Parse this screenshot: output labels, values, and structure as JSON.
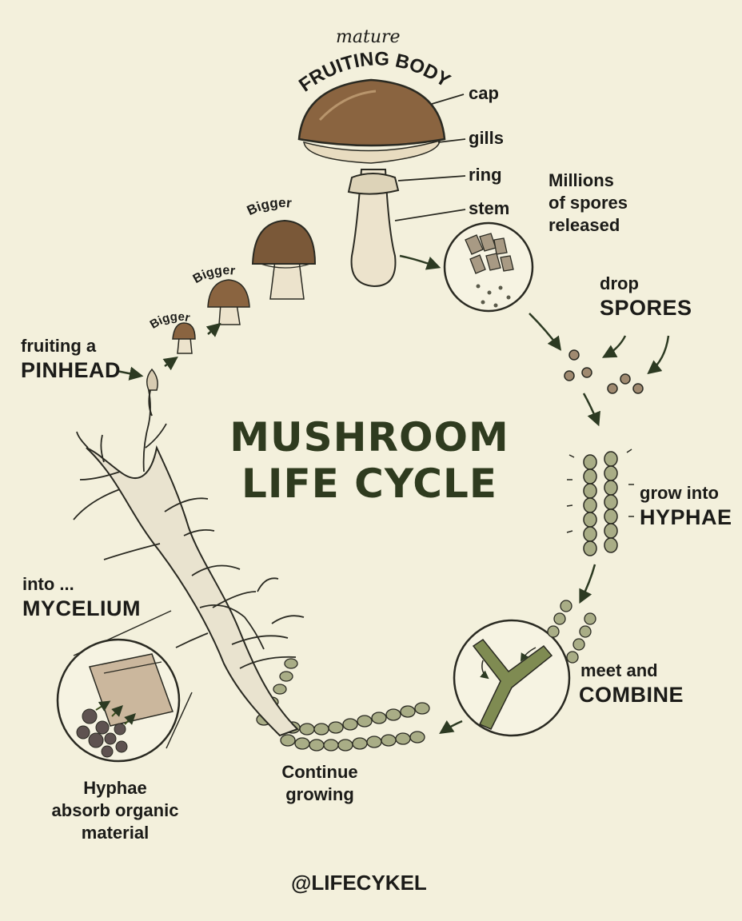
{
  "title": {
    "line1": "MUSHROOM",
    "line2": "LIFE CYCLE"
  },
  "fruiting_body": {
    "qualifier": "mature",
    "name": "FRUITING BODY",
    "parts": [
      "cap",
      "gills",
      "ring",
      "stem"
    ]
  },
  "spores": {
    "released": [
      "Millions",
      "of spores",
      "released"
    ],
    "drop_small": "drop",
    "drop_big": "SPORES"
  },
  "hyphae": {
    "small": "grow into",
    "big": "HYPHAE"
  },
  "combine": {
    "small": "meet and",
    "big": "COMBINE"
  },
  "growing": {
    "line1": "Continue",
    "line2": "growing"
  },
  "absorb": {
    "line1": "Hyphae",
    "line2": "absorb organic",
    "line3": "material"
  },
  "mycelium": {
    "small": "into ...",
    "big": "MYCELIUM"
  },
  "pinhead": {
    "small": "fruiting a",
    "big": "PINHEAD"
  },
  "stages": [
    "Bigger",
    "Bigger",
    "Bigger"
  ],
  "handle": "@LIFECYKEL",
  "colors": {
    "background": "#f3f0dc",
    "title": "#2f3b1f",
    "cap_brown": "#8a6440",
    "stem_cream": "#ece3cc",
    "hyphae_green": "#9aa27a",
    "outline": "#2a2a22",
    "arrow_green": "#2c3a22"
  }
}
